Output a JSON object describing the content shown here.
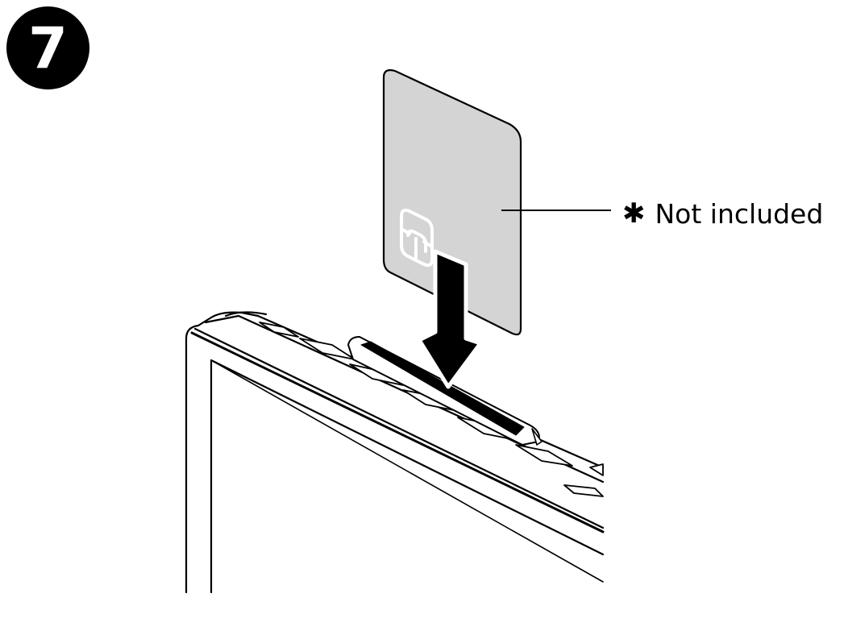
{
  "step": {
    "number": "7"
  },
  "callout": {
    "symbol": "✱",
    "text": "Not included"
  },
  "colors": {
    "card_fill": "#d4d4d4",
    "line": "#000000",
    "background": "#ffffff"
  },
  "icons": [
    "step-number-badge",
    "sim-card",
    "sim-chip-icon",
    "insert-arrow-icon"
  ]
}
